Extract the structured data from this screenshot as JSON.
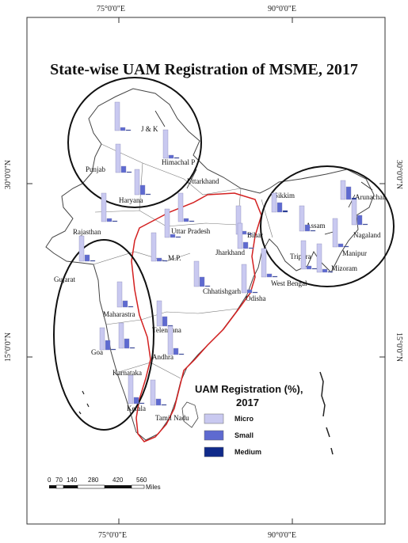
{
  "map": {
    "title": "State-wise UAM Registration of MSME, 2017",
    "graticule": {
      "top": [
        "75°0'0\"E",
        "90°0'0\"E"
      ],
      "bottom": [
        "75°0'0\"E",
        "90°0'0\"E"
      ],
      "left": [
        "30°0'0\"N",
        "15°0'0\"N"
      ],
      "right": [
        "30°0'0\"N",
        "15°0'0\"N"
      ]
    },
    "legend": {
      "title_line1": "UAM Registration (%),",
      "title_line2": "2017",
      "items": [
        {
          "label": "Micro",
          "color": "#c9c9f0"
        },
        {
          "label": "Small",
          "color": "#5e6ad0"
        },
        {
          "label": "Medium",
          "color": "#102a8a"
        }
      ]
    },
    "scale_bar": {
      "ticks": [
        "0",
        "70",
        "140",
        "280",
        "420",
        "560"
      ],
      "unit": "Miles"
    },
    "states": [
      {
        "name": "J & K",
        "micro": 0.9,
        "small": 0.1,
        "medium": 0.01
      },
      {
        "name": "Himachal P",
        "micro": 0.9,
        "small": 0.1,
        "medium": 0.01
      },
      {
        "name": "Punjab",
        "micro": 0.9,
        "small": 0.2,
        "medium": 0.01
      },
      {
        "name": "Haryana",
        "micro": 0.8,
        "small": 0.3,
        "medium": 0.02
      },
      {
        "name": "Uttarkhand",
        "micro": 0.9,
        "small": 0.1,
        "medium": 0.01
      },
      {
        "name": "Rajasthan",
        "micro": 0.9,
        "small": 0.1,
        "medium": 0.01
      },
      {
        "name": "Uttar Pradesh",
        "micro": 0.9,
        "small": 0.1,
        "medium": 0.01
      },
      {
        "name": "Bihar",
        "micro": 0.9,
        "small": 0.1,
        "medium": 0.01
      },
      {
        "name": "Gujarat",
        "micro": 0.8,
        "small": 0.2,
        "medium": 0.02
      },
      {
        "name": "M.P.",
        "micro": 0.9,
        "small": 0.1,
        "medium": 0.01
      },
      {
        "name": "Jharkhand",
        "micro": 0.8,
        "small": 0.2,
        "medium": 0.02
      },
      {
        "name": "Chhatishgarh",
        "micro": 0.8,
        "small": 0.3,
        "medium": 0.02
      },
      {
        "name": "Odisha",
        "micro": 0.9,
        "small": 0.1,
        "medium": 0.01
      },
      {
        "name": "Maharastra",
        "micro": 0.8,
        "small": 0.2,
        "medium": 0.02
      },
      {
        "name": "Telengana",
        "micro": 0.8,
        "small": 0.3,
        "medium": 0.02
      },
      {
        "name": "Goa",
        "micro": 0.7,
        "small": 0.3,
        "medium": 0.02
      },
      {
        "name": "Andhra",
        "micro": 0.9,
        "small": 0.2,
        "medium": 0.01
      },
      {
        "name": "Karnataka",
        "micro": 0.8,
        "small": 0.3,
        "medium": 0.02
      },
      {
        "name": "Kerala",
        "micro": 0.9,
        "small": 0.2,
        "medium": 0.01
      },
      {
        "name": "Tamil Nadu",
        "micro": 0.8,
        "small": 0.2,
        "medium": 0.02
      },
      {
        "name": "Sikkim",
        "micro": 0.6,
        "small": 0.3,
        "medium": 0.05
      },
      {
        "name": "Arunachal",
        "micro": 0.6,
        "small": 0.4,
        "medium": 0.05
      },
      {
        "name": "Assam",
        "micro": 0.8,
        "small": 0.2,
        "medium": 0.02
      },
      {
        "name": "Nagaland",
        "micro": 0.8,
        "small": 0.3,
        "medium": 0.02
      },
      {
        "name": "Manipur",
        "micro": 0.9,
        "small": 0.1,
        "medium": 0.01
      },
      {
        "name": "Tripura",
        "micro": 0.9,
        "small": 0.1,
        "medium": 0.01
      },
      {
        "name": "Mizoram",
        "micro": 0.9,
        "small": 0.1,
        "medium": 0.01
      },
      {
        "name": "West Bengal",
        "micro": 0.9,
        "small": 0.1,
        "medium": 0.01
      }
    ]
  }
}
